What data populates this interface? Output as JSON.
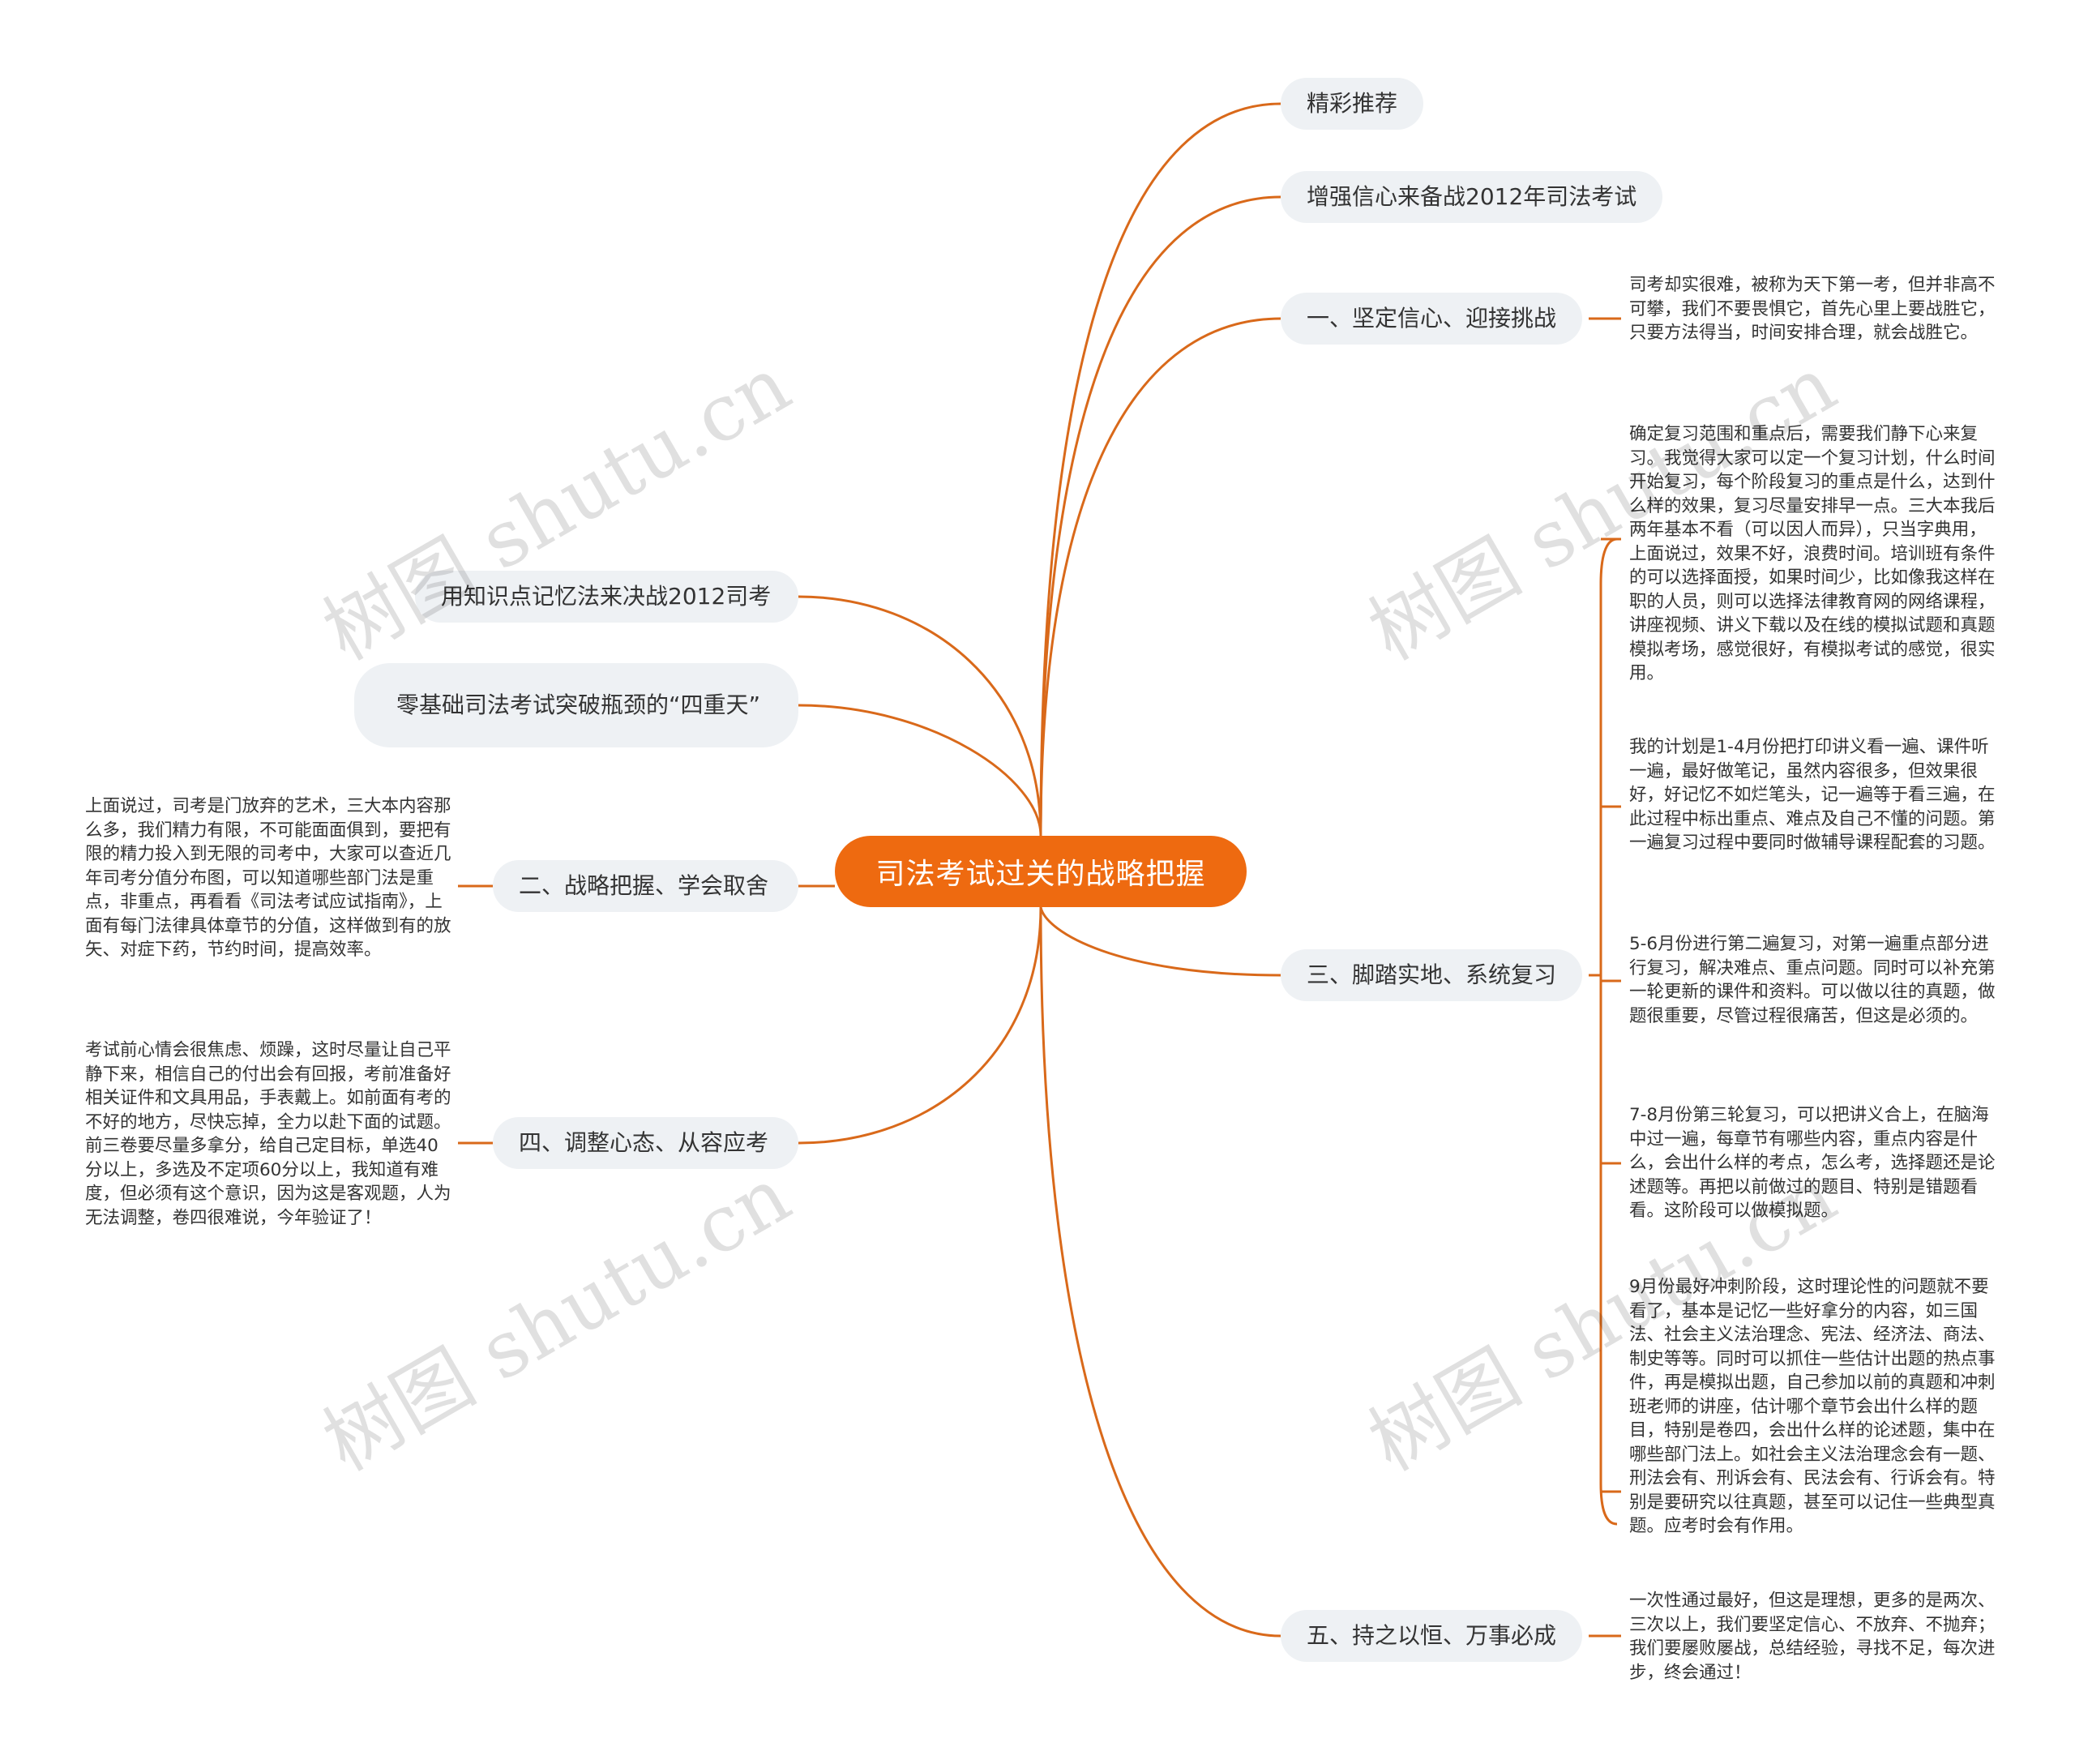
{
  "root": {
    "label": "司法考试过关的战略把握"
  },
  "branches": {
    "jingcai": "精彩推荐",
    "xinxin2012": "增强信心来备战2012年司法考试",
    "one": "一、坚定信心、迎接挑战",
    "zhishidian": "用知识点记忆法来决战2012司考",
    "lingjichu": "零基础司法考试突破瓶颈的“四重天”",
    "two": "二、战略把握、学会取舍",
    "four": "四、调整心态、从容应考",
    "three": "三、脚踏实地、系统复习",
    "five": "五、持之以恒、万事必成"
  },
  "notes": {
    "one": "司考却实很难，被称为天下第一考，但并非高不可攀，我们不要畏惧它，首先心里上要战胜它，只要方法得当，时间安排合理，就会战胜它。",
    "two": "上面说过，司考是门放弃的艺术，三大本内容那么多，我们精力有限，不可能面面俱到，要把有限的精力投入到无限的司考中，大家可以查近几年司考分值分布图，可以知道哪些部门法是重点，非重点，再看看《司法考试应试指南》，上面有每门法律具体章节的分值，这样做到有的放矢、对症下药，节约时间，提高效率。",
    "four": "考试前心情会很焦虑、烦躁，这时尽量让自己平静下来，相信自己的付出会有回报，考前准备好相关证件和文具用品，手表戴上。如前面有考的不好的地方，尽快忘掉，全力以赴下面的试题。前三卷要尽量多拿分，给自己定目标，单选40分以上，多选及不定项60分以上，我知道有难度，但必须有这个意识，因为这是客观题，人为无法调整，卷四很难说，今年验证了！",
    "three_1": "确定复习范围和重点后，需要我们静下心来复习。我觉得大家可以定一个复习计划，什么时间开始复习，每个阶段复习的重点是什么，达到什么样的效果，复习尽量安排早一点。三大本我后两年基本不看（可以因人而异），只当字典用，上面说过，效果不好，浪费时间。培训班有条件的可以选择面授，如果时间少，比如像我这样在职的人员，则可以选择法律教育网的网络课程，讲座视频、讲义下载以及在线的模拟试题和真题模拟考场，感觉很好，有模拟考试的感觉，很实用。",
    "three_2": "我的计划是1-4月份把打印讲义看一遍、课件听一遍，最好做笔记，虽然内容很多，但效果很好，好记忆不如烂笔头，记一遍等于看三遍，在此过程中标出重点、难点及自己不懂的问题。第一遍复习过程中要同时做辅导课程配套的习题。",
    "three_3": "5-6月份进行第二遍复习，对第一遍重点部分进行复习，解决难点、重点问题。同时可以补充第一轮更新的课件和资料。可以做以往的真题，做题很重要，尽管过程很痛苦，但这是必须的。",
    "three_4": "7-8月份第三轮复习，可以把讲义合上，在脑海中过一遍，每章节有哪些内容，重点内容是什么，会出什么样的考点，怎么考，选择题还是论述题等。再把以前做过的题目、特别是错题看看。这阶段可以做模拟题。",
    "three_5": "9月份最好冲刺阶段，这时理论性的问题就不要看了，基本是记忆一些好拿分的内容，如三国法、社会主义法治理念、宪法、经济法、商法、制史等等。同时可以抓住一些估计出题的热点事件，再是模拟出题，自己参加以前的真题和冲刺班老师的讲座，估计哪个章节会出什么样的题目，特别是卷四，会出什么样的论述题，集中在哪些部门法上。如社会主义法治理念会有一题、刑法会有、刑诉会有、民法会有、行诉会有。特别是要研究以往真题，甚至可以记住一些典型真题。应考时会有作用。",
    "five": "一次性通过最好，但这是理想，更多的是两次、三次以上，我们要坚定信心、不放弃、不抛弃；我们要屡败屡战，总结经验，寻找不足，每次进步，终会通过！"
  },
  "watermark": "树图 shutu.cn",
  "colors": {
    "root": "#ee6a10",
    "link": "#d9691a",
    "node_bg": "#eef1f4"
  }
}
